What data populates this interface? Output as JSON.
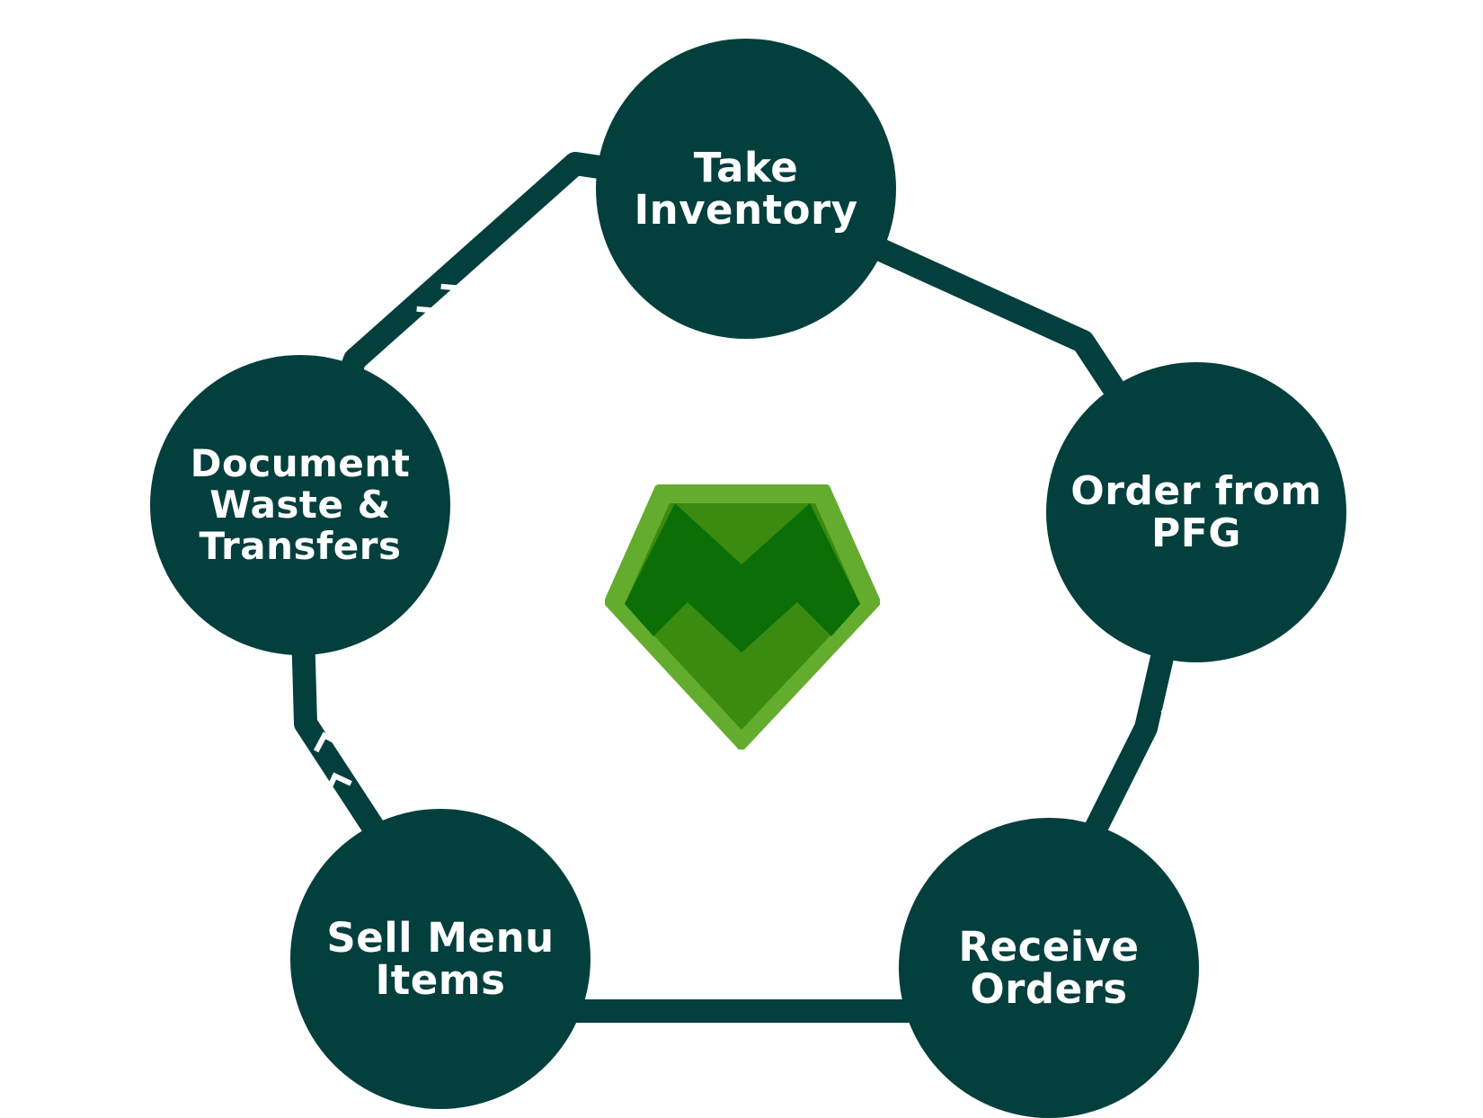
{
  "colors": {
    "node": "#033f3d",
    "ring": "#033f3d",
    "chevron": "#ffffff",
    "logo_outer": "#64ac2e",
    "logo_mid": "#3a8b10",
    "logo_inner": "#0b6e07"
  },
  "cycle": {
    "steps": [
      {
        "id": "take-inventory",
        "label": "Take\nInventory"
      },
      {
        "id": "order-from-pfg",
        "label": "Order from\nPFG"
      },
      {
        "id": "receive-orders",
        "label": "Receive\nOrders"
      },
      {
        "id": "sell-menu-items",
        "label": "Sell Menu\nItems"
      },
      {
        "id": "document-waste",
        "label": "Document\nWaste &\nTransfers"
      }
    ]
  },
  "center_logo": {
    "icon": "m-shield-logo-icon"
  }
}
